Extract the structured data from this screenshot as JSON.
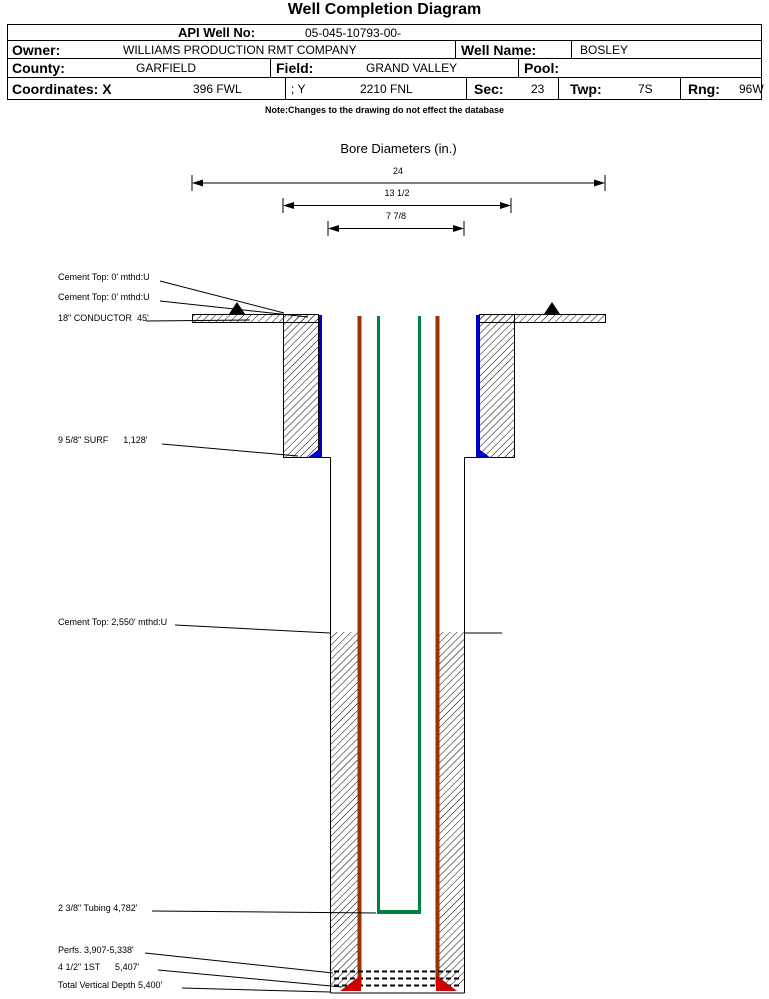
{
  "title": "Well Completion Diagram",
  "header": {
    "api_label": "API Well No:",
    "api_value": "05-045-10793-00-",
    "owner_label": "Owner:",
    "owner_value": "WILLIAMS PRODUCTION RMT COMPANY",
    "well_name_label": "Well Name:",
    "well_name_value": "BOSLEY",
    "county_label": "County:",
    "county_value": "GARFIELD",
    "field_label": "Field:",
    "field_value": "GRAND VALLEY",
    "pool_label": "Pool:",
    "coordinates_label": "Coordinates: X",
    "x_value": "396 FWL",
    "y_label": "; Y",
    "y_value": "2210 FNL",
    "sec_label": "Sec:",
    "sec_value": "23",
    "twp_label": "Twp:",
    "twp_value": "7S",
    "rng_label": "Rng:",
    "rng_value": "96W"
  },
  "note": "Note:Changes to the drawing do not effect the database",
  "bore": {
    "title": "Bore Diameters (in.)",
    "dim_24": "24",
    "dim_13": "13 1/2",
    "dim_7": "7 7/8"
  },
  "annotations": {
    "cement_top_1": "Cement Top: 0' mthd:U",
    "cement_top_2": "Cement Top: 0' mthd:U",
    "conductor": "18\" CONDUCTOR  45'",
    "surface_casing": "9 5/8\" SURF      1,128'",
    "cement_top_3": "Cement Top: 2,550' mthd:U",
    "tubing": "2 3/8\" Tubing 4,782'",
    "perfs": "Perfs. 3,907-5,338'",
    "production_casing": "4 1/2\" 1ST      5,407'",
    "total_depth": "Total Vertical Depth 5,400'"
  },
  "colors": {
    "casing": "#993300",
    "tubing": "#008040",
    "surface_casing": "#0000cc",
    "perforation": "#cc0000"
  }
}
